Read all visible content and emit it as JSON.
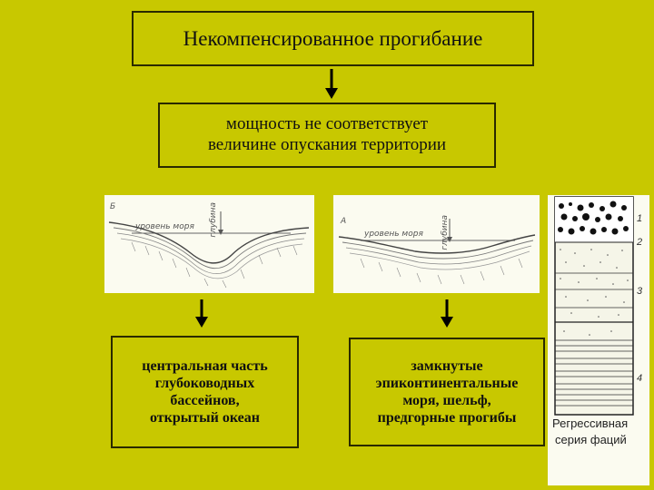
{
  "title": "Некомпенсированное прогибание",
  "statement": {
    "line1": "мощность не соответствует",
    "line2": "величине опускания территории"
  },
  "left_panel": {
    "letter": "Б",
    "water_label": "уровень моря",
    "depth_label": "глубина"
  },
  "right_panel": {
    "letter": "А",
    "water_label": "уровень моря",
    "depth_label": "глубина"
  },
  "left_case": {
    "lines": [
      "центральная часть",
      "глубоководных",
      "бассейнов,",
      "открытый океан"
    ]
  },
  "right_case": {
    "lines": [
      "замкнутые",
      "эпиконтинентальные",
      "моря, шельф,",
      "предгорные прогибы"
    ]
  },
  "facies_column": {
    "caption_line1": "Регрессивная",
    "caption_line2": "серия фаций",
    "layer_numbers": [
      "1",
      "2",
      "3",
      "4"
    ]
  }
}
